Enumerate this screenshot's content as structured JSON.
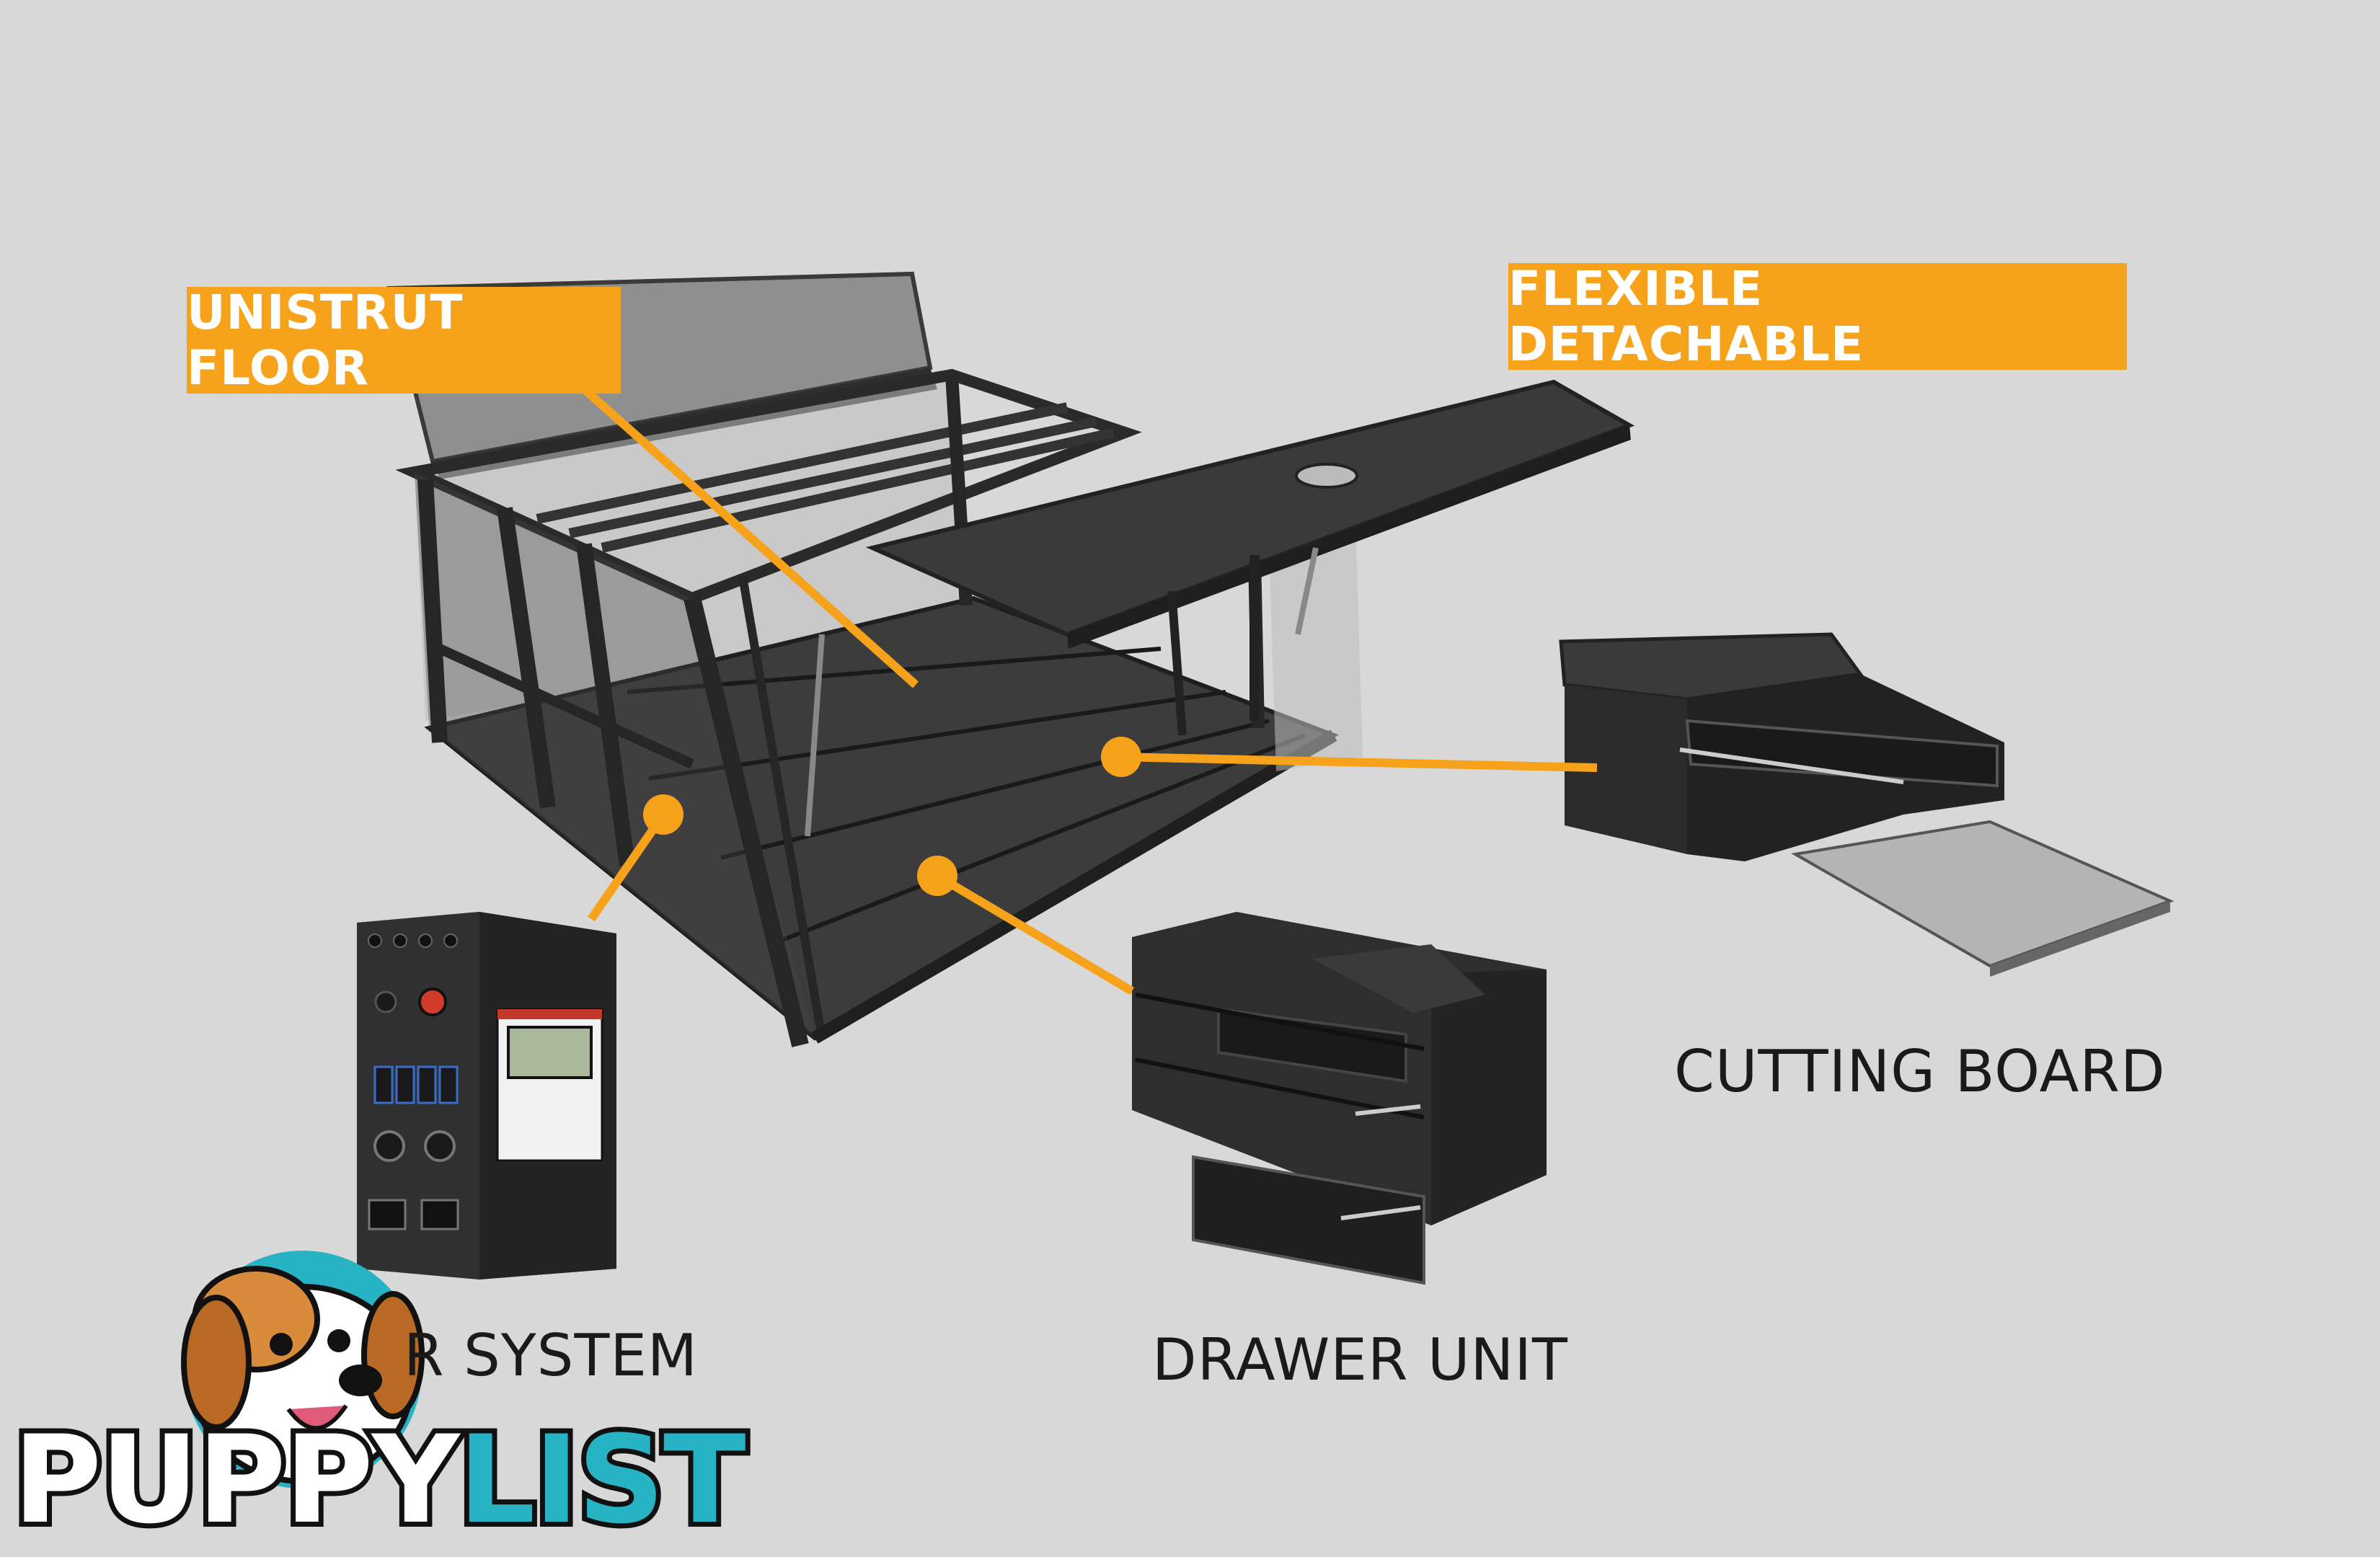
{
  "callouts": {
    "unistrut_floor": "UNISTRUT FLOOR",
    "flexible_detachable": "FLEXIBLE DETACHABLE"
  },
  "product_labels": {
    "cutting_board": "CUTTING BOARD",
    "drawer_unit": "DRAWER UNIT",
    "power_system": "R SYSTEM"
  },
  "watermark": {
    "brand_part1": "PUPPY",
    "brand_part2": "LIST"
  },
  "colors": {
    "background": "#d8d8d8",
    "accent": "#f7a21b",
    "brand_teal": "#27b3c4",
    "product_dark": "#2b2b2b"
  }
}
